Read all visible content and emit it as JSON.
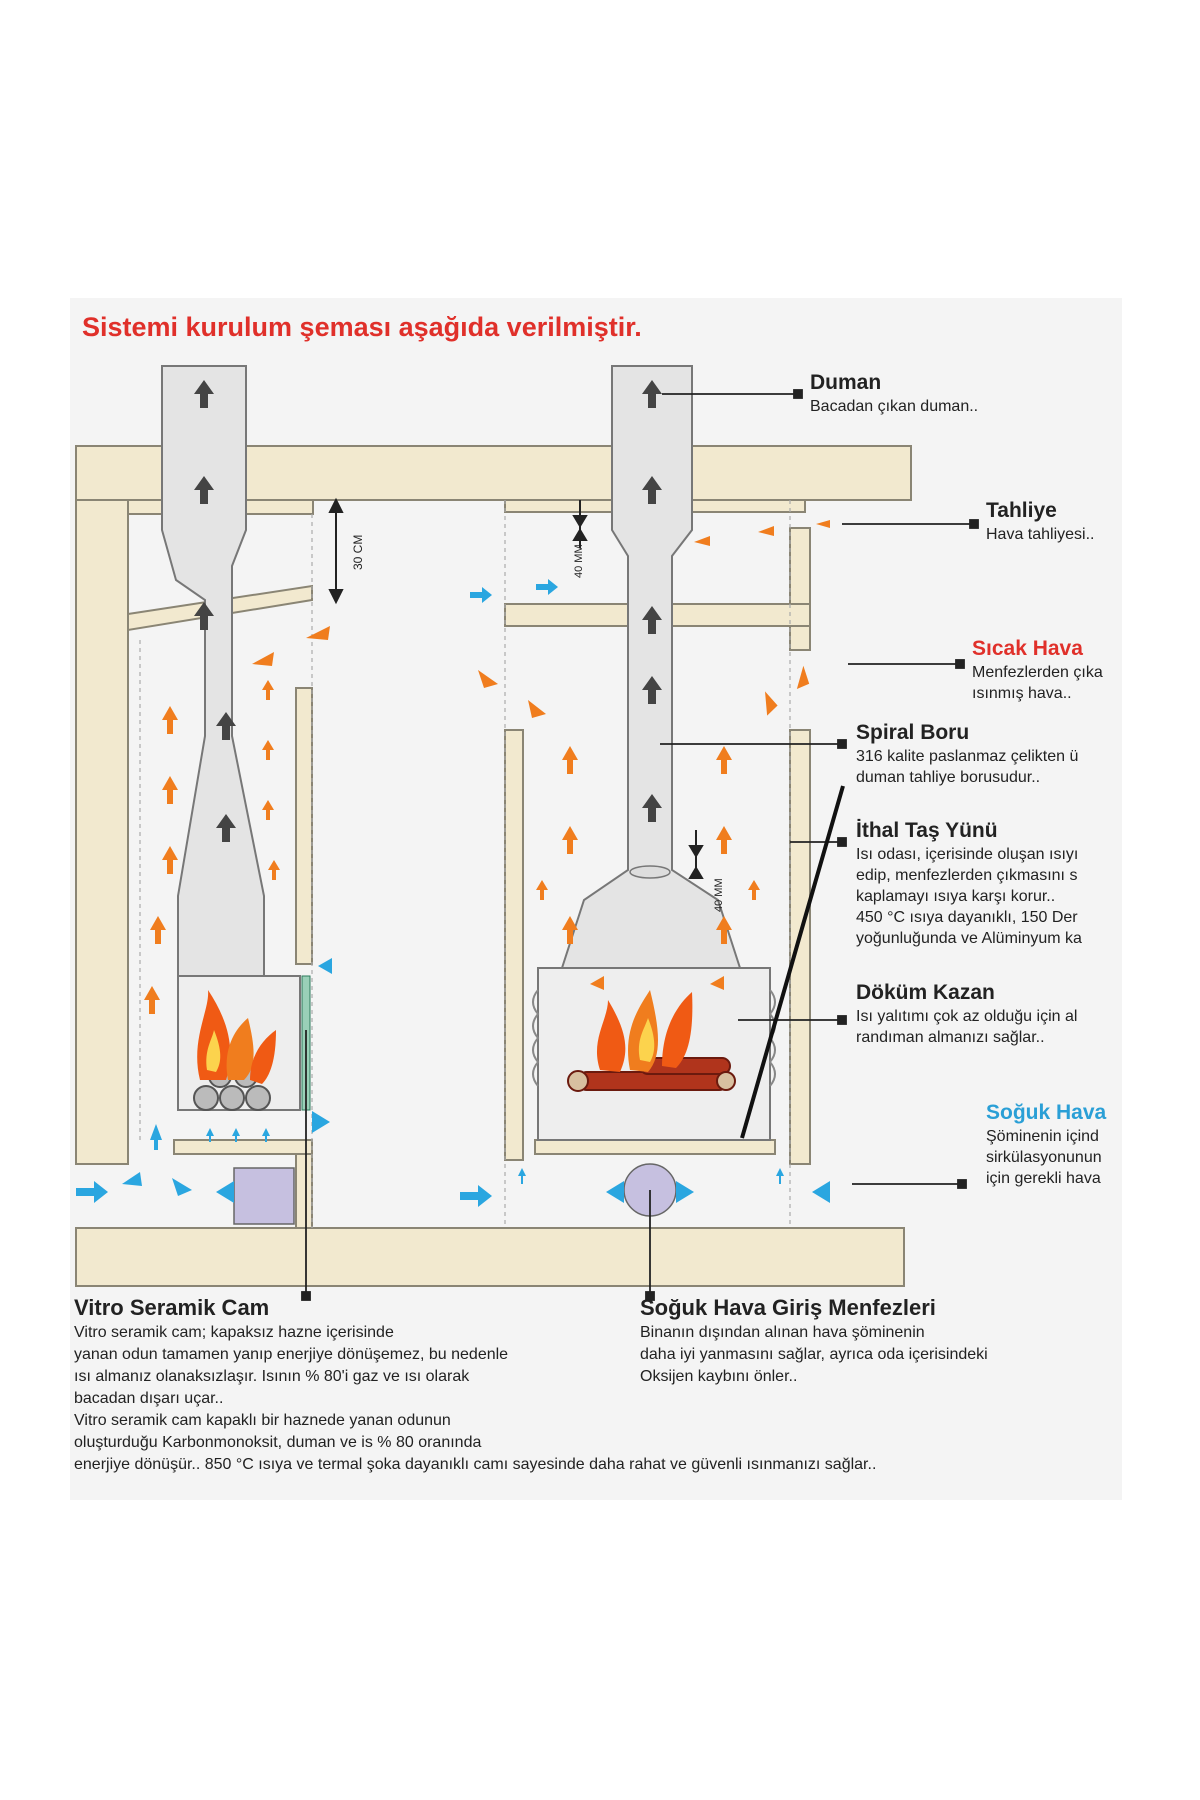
{
  "title": "Sistemi kurulum şeması aşağıda verilmiştir.",
  "labels": {
    "duman": {
      "heading": "Duman",
      "desc": [
        "Bacadan çıkan duman.."
      ]
    },
    "tahliye": {
      "heading": "Tahliye",
      "desc": [
        "Hava tahliyesi.."
      ]
    },
    "sicak_hava": {
      "heading": "Sıcak Hava",
      "desc": [
        "Menfezlerden çıka",
        "ısınmış hava.."
      ]
    },
    "spiral_boru": {
      "heading": "Spiral Boru",
      "desc": [
        "316 kalite paslanmaz çelikten ü",
        "duman tahliye borusudur.."
      ]
    },
    "tas_yunu": {
      "heading": "İthal Taş Yünü",
      "desc": [
        "Isı odası, içerisinde oluşan ısıyı",
        "edip, menfezlerden çıkmasını s",
        "kaplamayı ısıya karşı korur..",
        "450 °C ısıya dayanıklı, 150 Der",
        "yoğunluğunda ve Alüminyum ka"
      ]
    },
    "dokum_kazan": {
      "heading": "Döküm Kazan",
      "desc": [
        "Isı yalıtımı çok az olduğu için al",
        "randıman almanızı sağlar.."
      ]
    },
    "soguk_hava": {
      "heading": "Soğuk Hava",
      "desc": [
        "Şöminenin içind",
        "sirkülasyonunun",
        "için gerekli hava"
      ]
    }
  },
  "dimensions": {
    "top_gap": "30 CM",
    "pipe_gap_top": "40 MM",
    "pipe_gap_bottom": "40 MM"
  },
  "vitro": {
    "heading": "Vitro Seramik Cam",
    "lines": [
      "Vitro seramik cam; kapaksız hazne içerisinde",
      "yanan odun tamamen yanıp enerjiye dönüşemez, bu nedenle",
      "ısı almanız olanaksızlaşır. Isının % 80'i gaz ve ısı olarak",
      "bacadan dışarı uçar..",
      "Vitro seramik cam kapaklı bir haznede yanan odunun",
      "oluşturduğu Karbonmonoksit, duman ve is % 80 oranında",
      "enerjiye dönüşür..  850 °C ısıya ve termal şoka dayanıklı camı sayesinde daha rahat ve güvenli ısınmanızı sağlar.."
    ]
  },
  "menfez": {
    "heading": "Soğuk Hava Giriş Menfezleri",
    "lines": [
      "Binanın dışından alınan hava şöminenin",
      "daha iyi yanmasını sağlar, ayrıca oda içerisindeki",
      "Oksijen kaybını önler.."
    ]
  },
  "colors": {
    "title_red": "#e0302a",
    "hot_air": "#f07d1e",
    "cold_air": "#2aa6e0",
    "wall": "#f2e9cf",
    "wall_stroke": "#8a8574",
    "pipe": "#e4e4e4",
    "flame": "#f05a14"
  }
}
